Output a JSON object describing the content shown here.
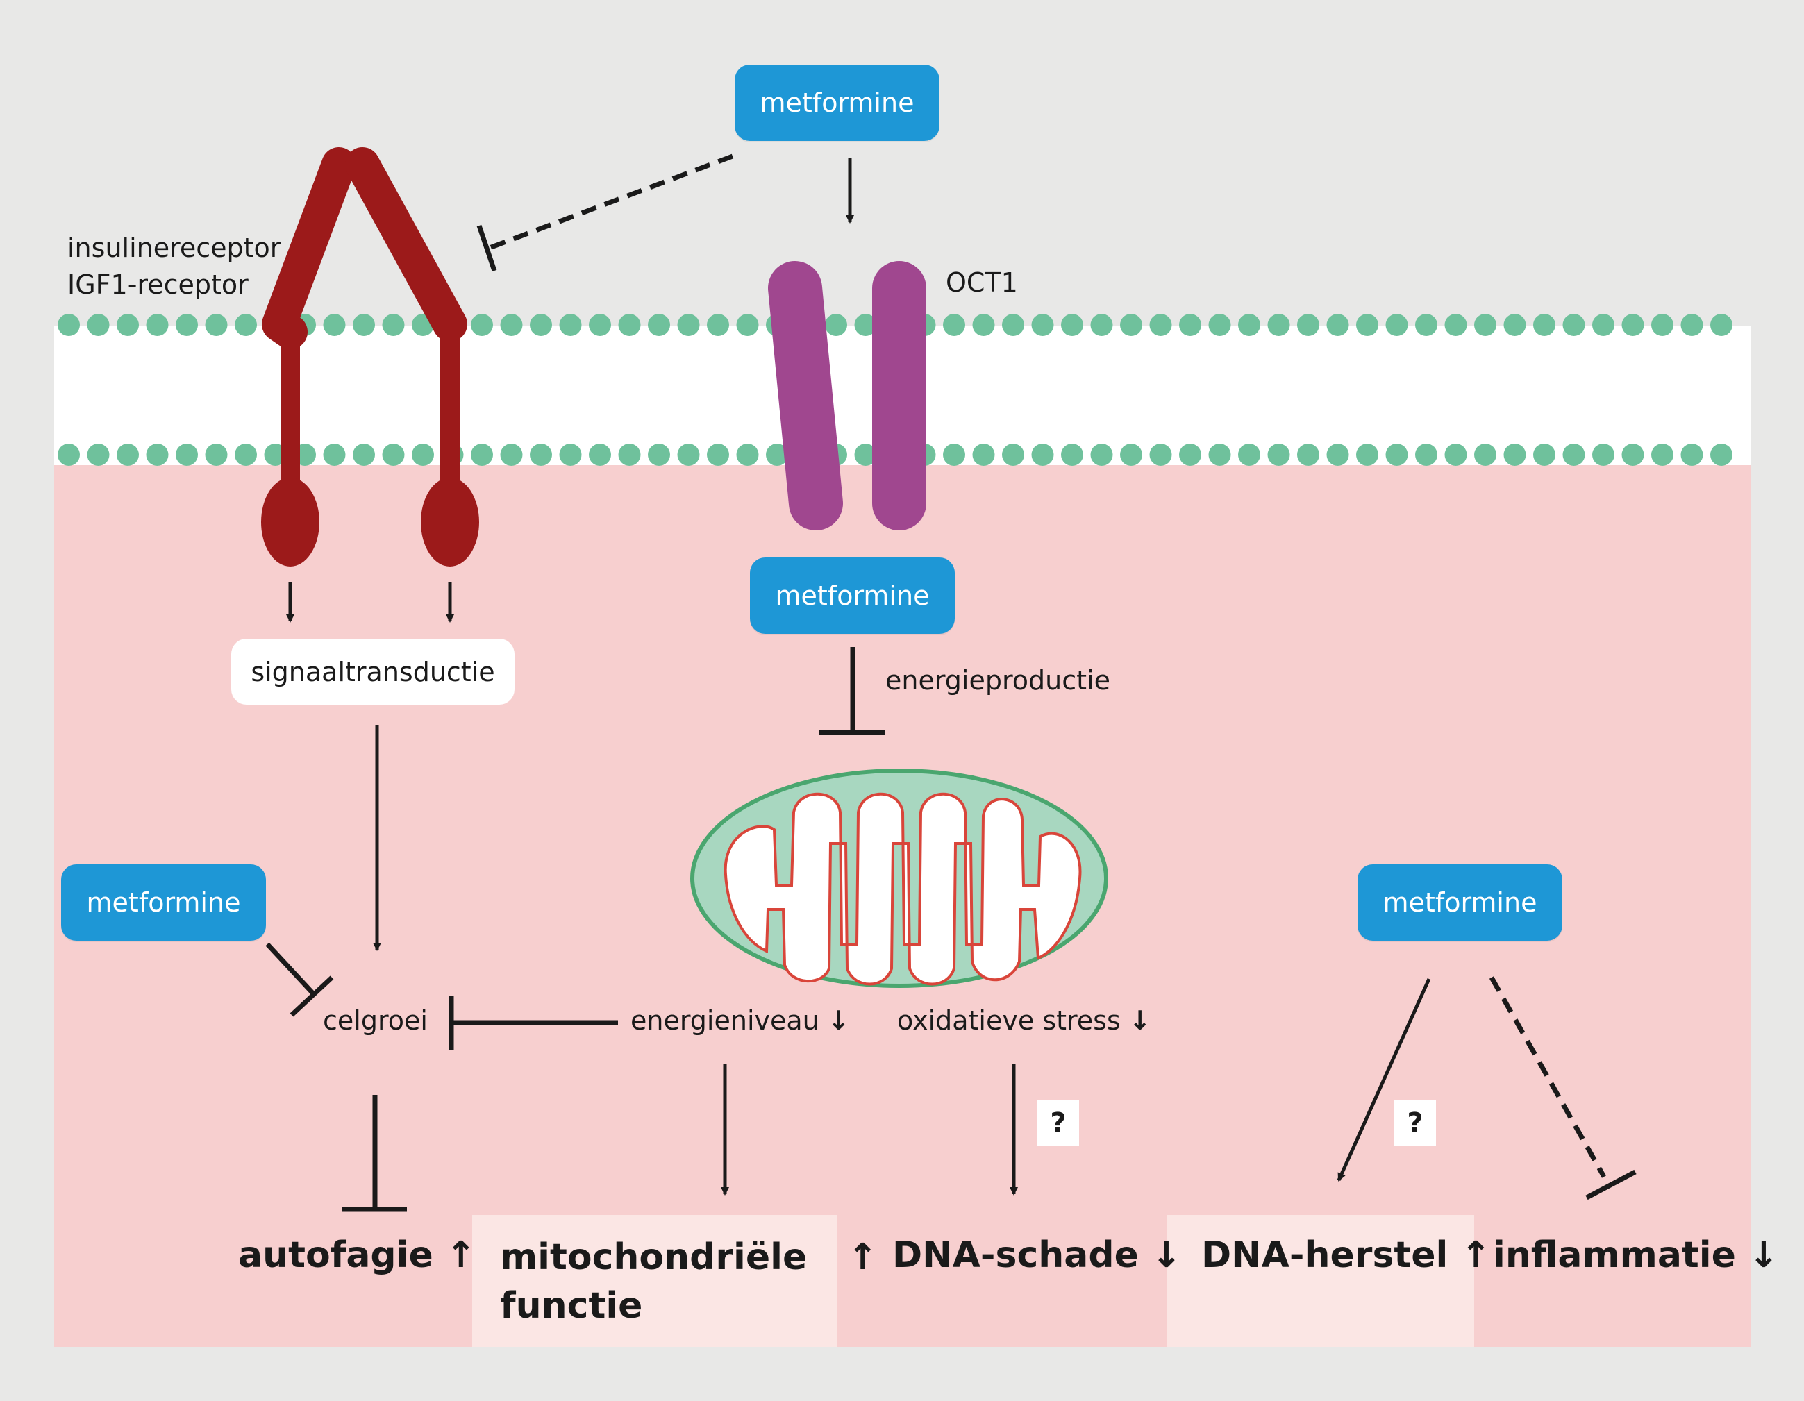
{
  "colors": {
    "background": "#e8e8e7",
    "cytoplasm": "#f7cfcf",
    "membrane_head": "#6fc19c",
    "membrane_tail": "#f0b43c",
    "receptor": "#9c1a1a",
    "oct1": "#a0478f",
    "drug_box": "#1e97d6",
    "mito_outer": "#a8d7c0",
    "mito_cristae": "#d9453a",
    "highlight_box": "#fbe6e4"
  },
  "drug_labels": {
    "top": "metformine",
    "inside": "metformine",
    "left": "metformine",
    "right": "metformine"
  },
  "labels": {
    "receptor_line1": "insulinereceptor",
    "receptor_line2": "IGF1-receptor",
    "oct1": "OCT1",
    "signal": "signaaltransductie",
    "energy_production": "energieproductie",
    "cell_growth": "celgroei",
    "energy_level": "energieniveau",
    "oxidative_stress": "oxidatieve stress",
    "question1": "?",
    "question2": "?"
  },
  "outcomes": {
    "autophagy": "autofagie",
    "mito_line1": "mitochondriële",
    "mito_line2": "functie",
    "dna_damage": "DNA-schade",
    "dna_repair": "DNA-herstel",
    "inflammation": "inflammatie"
  },
  "arrows": {
    "up": "↑",
    "down": "↓"
  },
  "icons": [
    "insulin-receptor-icon",
    "oct1-transporter-icon",
    "mitochondrion-icon",
    "lipid-bilayer-icon"
  ]
}
